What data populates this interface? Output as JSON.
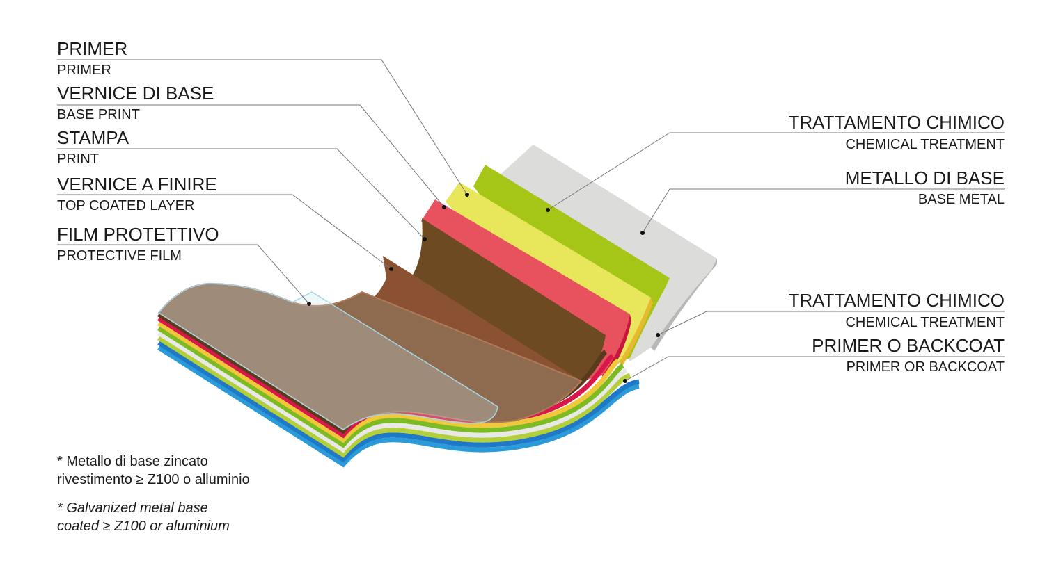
{
  "left_labels": [
    {
      "title": "PRIMER",
      "subtitle": "PRIMER"
    },
    {
      "title": "VERNICE DI BASE",
      "subtitle": "BASE PRINT"
    },
    {
      "title": "STAMPA",
      "subtitle": "PRINT"
    },
    {
      "title": "VERNICE A FINIRE",
      "subtitle": "TOP COATED LAYER"
    },
    {
      "title": "FILM PROTETTIVO",
      "subtitle": "PROTECTIVE FILM"
    }
  ],
  "right_labels": [
    {
      "title": "TRATTAMENTO CHIMICO",
      "subtitle": "CHEMICAL TREATMENT"
    },
    {
      "title": "METALLO DI BASE",
      "subtitle": "BASE METAL"
    },
    {
      "title": "TRATTAMENTO CHIMICO",
      "subtitle": "CHEMICAL TREATMENT"
    },
    {
      "title": "PRIMER O BACKCOAT",
      "subtitle": "PRIMER OR BACKCOAT"
    }
  ],
  "notes": {
    "it_line1": "* Metallo di base zincato",
    "it_line2": "rivestimento ≥ Z100 o alluminio",
    "en_line1": "* Galvanized metal base",
    "en_line2": "coated ≥ Z100 or aluminium"
  },
  "colors": {
    "base_metal": "#dcdcda",
    "chemical_treatment": "#a5c517",
    "primer": "#e8e65a",
    "base_print": "#e8525e",
    "print": "#6e4a22",
    "top_coat": "#8a5232",
    "backcoat": "#1f78c8"
  }
}
